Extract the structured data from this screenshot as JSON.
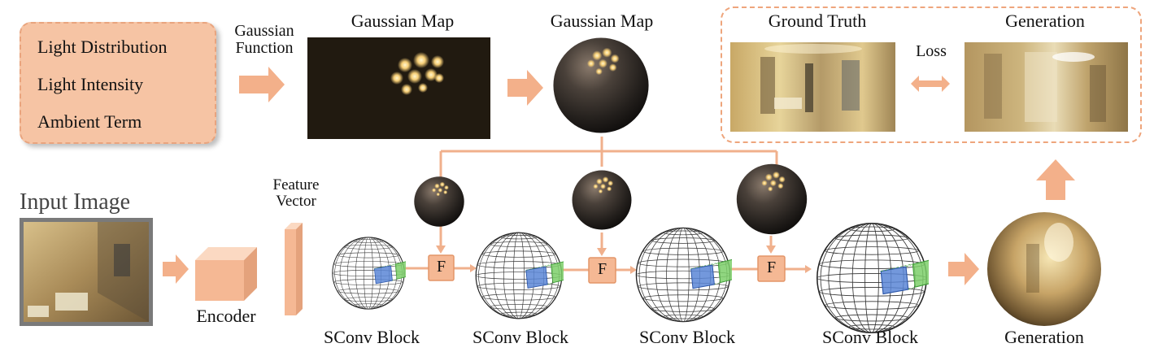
{
  "params": {
    "items": [
      "Light Distribution",
      "Light Intensity",
      "Ambient Term"
    ]
  },
  "labels": {
    "gaussian_function": [
      "Gaussian",
      "Function"
    ],
    "gaussian_map_flat": "Gaussian Map",
    "gaussian_map_sphere": "Gaussian Map",
    "ground_truth": "Ground Truth",
    "generation_top": "Generation",
    "loss": "Loss",
    "input_image": "Input Image",
    "feature_vector": [
      "Feature",
      "Vector"
    ],
    "encoder": "Encoder",
    "sconv_blocks": [
      "SConv Block",
      "SConv Block",
      "SConv Block",
      "SConv Block"
    ],
    "fusion": [
      "F",
      "F",
      "F"
    ],
    "generation_bottom": "Generation"
  },
  "colors": {
    "arrow": "#f3b08a",
    "line": "#f0b08c",
    "box_fill": "#f6c4a4",
    "box_border": "#e9a47e",
    "fusion_fill": "#f5b894",
    "patch_blue": "#5b86d6",
    "patch_green": "#7ccf6a"
  },
  "icons": [
    "right-arrow-icon",
    "up-arrow-icon",
    "double-arrow-icon",
    "down-arrow-icon",
    "encoder-cube-icon",
    "wireframe-sphere-icon",
    "dark-sphere-icon",
    "golden-sphere-icon"
  ]
}
